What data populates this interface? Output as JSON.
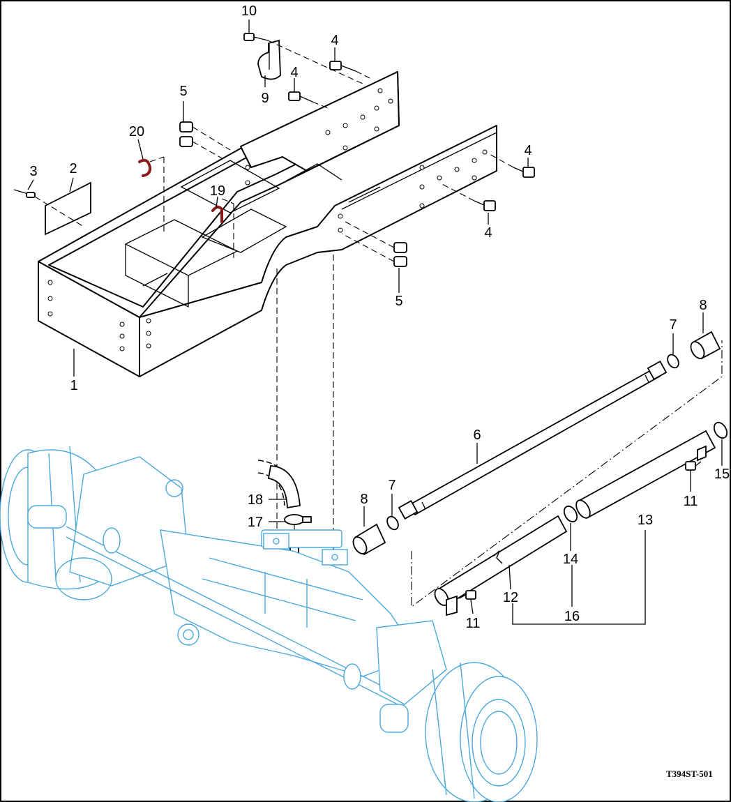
{
  "diagram": {
    "drawing_code": "T394ST-501",
    "callouts": [
      "1",
      "2",
      "3",
      "4",
      "5",
      "6",
      "7",
      "8",
      "9",
      "10",
      "11",
      "12",
      "13",
      "14",
      "15",
      "16",
      "17",
      "18",
      "19",
      "20"
    ]
  },
  "colors": {
    "line": "#000000",
    "axle_outline": "#4aa8dc",
    "bushing": "#8b1a1a",
    "background": "#ffffff"
  }
}
